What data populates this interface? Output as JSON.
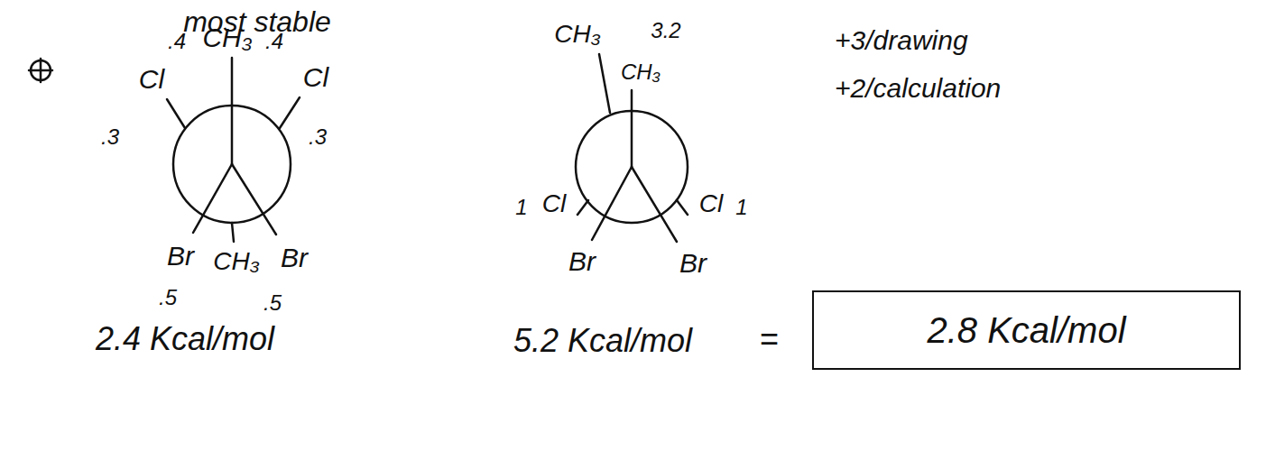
{
  "diagram": {
    "nodes": [
      {
        "text": [
          "2.8 Kcal/mol"
        ]
      }
    ],
    "labels": [
      "most stable",
      "+3/drawing",
      "+2/calculation",
      ".4",
      "CH₃",
      ".4",
      "Cl",
      "Cl",
      ".3",
      ".3",
      "Br",
      "CH₃",
      "Br",
      ".5",
      ".5",
      "CH₃",
      "3.2",
      "CH₃",
      "1",
      "Cl",
      "Cl",
      "1",
      "Br",
      "Br",
      "2.4 Kcal/mol",
      "5.2 Kcal/mol",
      "="
    ]
  }
}
